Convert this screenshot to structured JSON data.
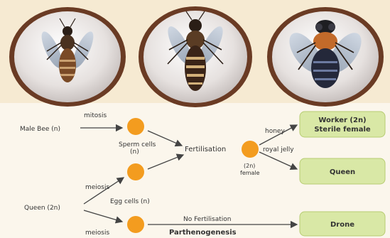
{
  "images": {
    "drone_alt": "Drone bee",
    "worker_alt": "Worker bee",
    "queen_alt": "Queen bee"
  },
  "labels": {
    "male_bee": "Male Bee (n)",
    "queen": "Queen (2n)",
    "mitosis": "mitosis",
    "meiosis_top": "meiosis",
    "meiosis_bottom": "meiosis",
    "sperm_cells_1": "Sperm cells",
    "sperm_cells_2": "(n)",
    "egg_cells": "Egg cells (n)",
    "fertilisation": "Fertilisation",
    "zygote_1": "(2n)",
    "zygote_2": "female",
    "honey": "honey",
    "royal_jelly": "royal jelly",
    "no_fertilisation": "No Fertilisation",
    "parthenogenesis": "Parthenogenesis"
  },
  "outcomes": {
    "worker_1": "Worker (2n)",
    "worker_2": "Sterile female",
    "queen": "Queen",
    "drone": "Drone"
  },
  "colors": {
    "background": "#fbf6ec",
    "cell_orange": "#f39c1f",
    "box_green": "#d9e8a6",
    "box_border": "#b7cc72",
    "header_band": "#f6ead2"
  }
}
